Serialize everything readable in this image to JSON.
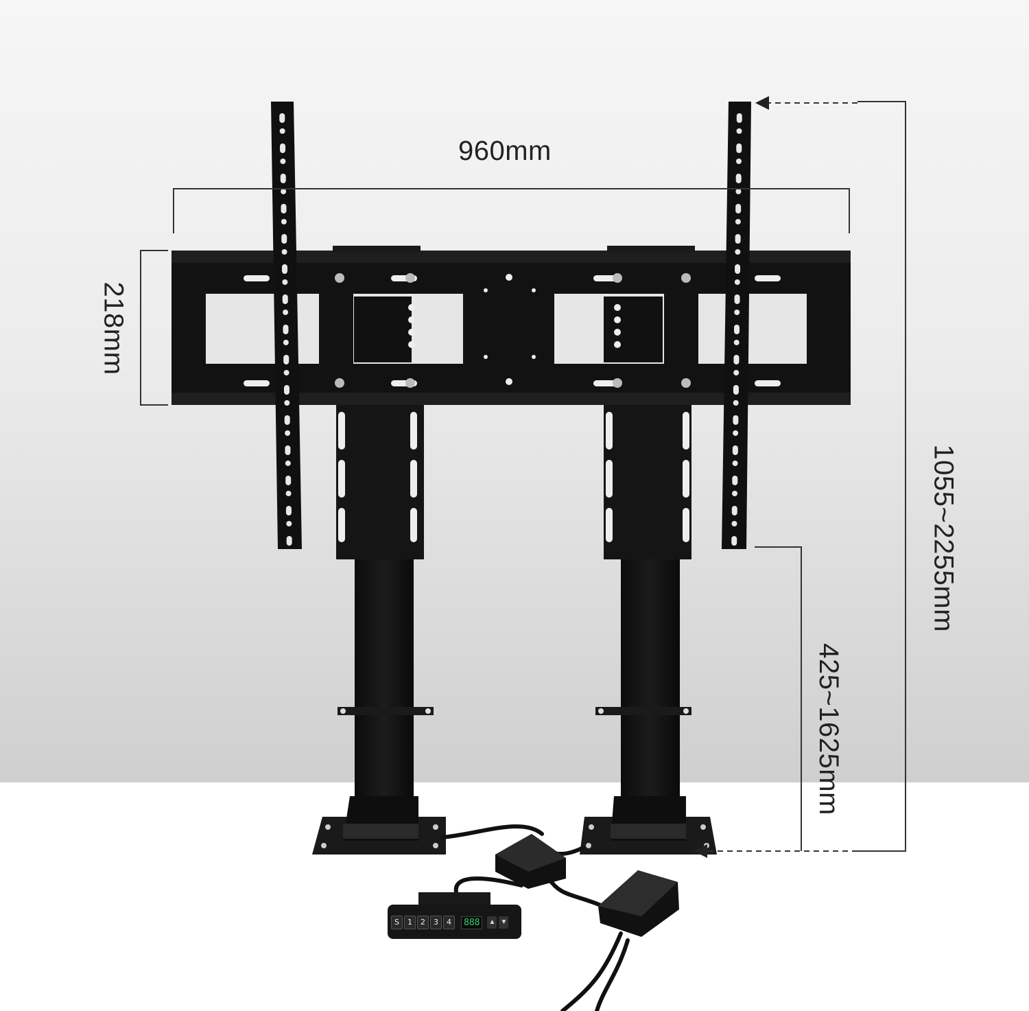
{
  "dimensions": {
    "width_label": "960mm",
    "plate_height_label": "218mm",
    "total_height_label": "1055~2255mm",
    "column_height_label": "425~1625mm"
  },
  "controller": {
    "buttons": [
      "S",
      "1",
      "2",
      "3",
      "4"
    ],
    "display": "888",
    "arrows": [
      "up",
      "down"
    ],
    "display_color": "#35d06a"
  },
  "colors": {
    "background_top": "#f3f3f3",
    "background_wall": "#d4d4d4",
    "floor": "#ffffff",
    "metal": "#141414",
    "dimension_line": "#333333"
  }
}
